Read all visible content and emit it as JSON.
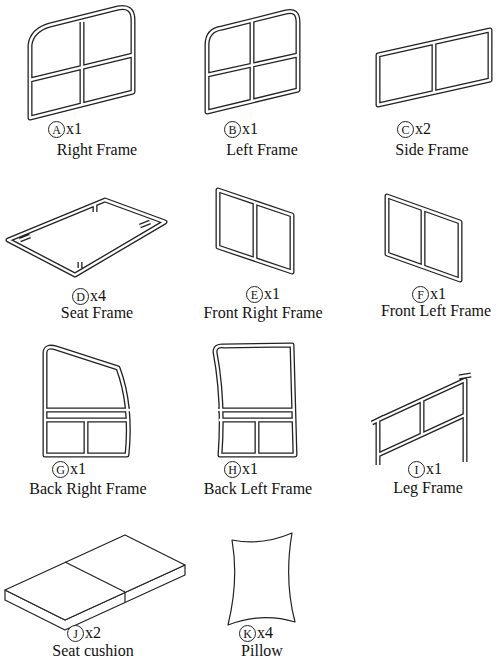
{
  "diagram": {
    "nodes": [
      {
        "text": [
          "A"
        ]
      },
      {
        "text": [
          "B"
        ]
      },
      {
        "text": [
          "C"
        ]
      },
      {
        "text": [
          "D"
        ]
      },
      {
        "text": [
          "E"
        ]
      },
      {
        "text": [
          "F"
        ]
      },
      {
        "text": [
          "G"
        ]
      },
      {
        "text": [
          "H"
        ]
      },
      {
        "text": [
          "I"
        ]
      },
      {
        "text": [
          "J"
        ]
      },
      {
        "text": [
          "K"
        ]
      }
    ],
    "labels": [
      "x1",
      "Right Frame",
      "x1",
      "Left Frame",
      "x2",
      "Side Frame",
      "x4",
      "Seat Frame",
      "x1",
      "Front Right Frame",
      "x1",
      "Front Left Frame",
      "x1",
      "Back Right Frame",
      "x1",
      "Back Left Frame",
      "x1",
      "Leg Frame",
      "x2",
      "Seat cushion",
      "x4",
      "Pillow"
    ]
  }
}
